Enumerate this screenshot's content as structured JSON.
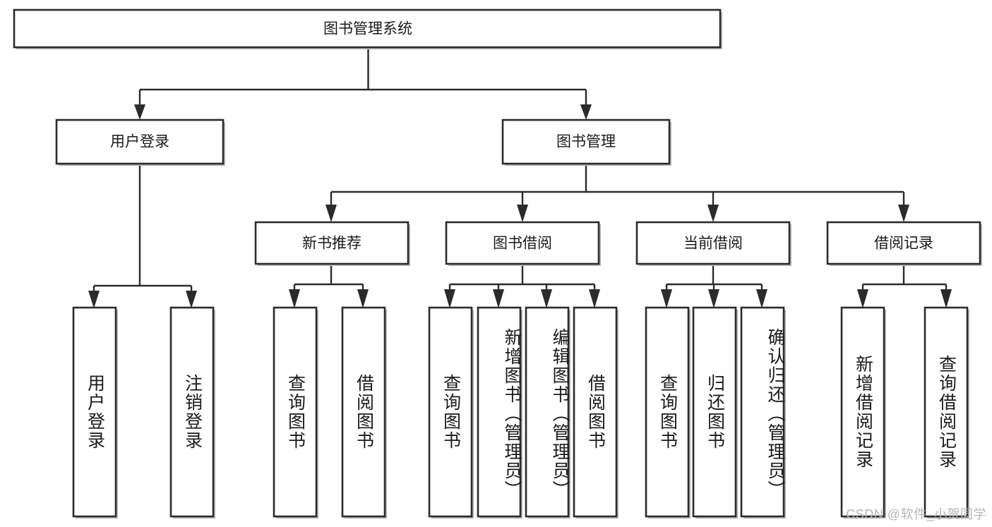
{
  "diagram": {
    "title": "图书管理系统",
    "type": "tree-hierarchy",
    "watermark": "CSDN @软件_小贺同学",
    "root": {
      "id": "root",
      "label": "图书管理系统"
    },
    "level2": [
      {
        "id": "user-login",
        "label": "用户登录"
      },
      {
        "id": "book-management",
        "label": "图书管理"
      }
    ],
    "level3": [
      {
        "id": "new-book-recommend",
        "label": "新书推荐",
        "parent": "book-management"
      },
      {
        "id": "book-borrow",
        "label": "图书借阅",
        "parent": "book-management"
      },
      {
        "id": "current-borrow",
        "label": "当前借阅",
        "parent": "book-management"
      },
      {
        "id": "borrow-record",
        "label": "借阅记录",
        "parent": "book-management"
      }
    ],
    "leaves": [
      {
        "id": "leaf-user-login",
        "label": "用户登录",
        "parent": "user-login"
      },
      {
        "id": "leaf-logout-login",
        "label": "注销登录",
        "parent": "user-login"
      },
      {
        "id": "leaf-query-book-1",
        "label": "查询图书",
        "parent": "new-book-recommend"
      },
      {
        "id": "leaf-borrow-book-1",
        "label": "借阅图书",
        "parent": "new-book-recommend"
      },
      {
        "id": "leaf-query-book-2",
        "label": "查询图书",
        "parent": "book-borrow"
      },
      {
        "id": "leaf-add-book",
        "label": "新增图书（管理员）",
        "parent": "book-borrow"
      },
      {
        "id": "leaf-edit-book",
        "label": "编辑图书（管理员）",
        "parent": "book-borrow"
      },
      {
        "id": "leaf-borrow-book-2",
        "label": "借阅图书",
        "parent": "book-borrow"
      },
      {
        "id": "leaf-query-book-3",
        "label": "查询图书",
        "parent": "current-borrow"
      },
      {
        "id": "leaf-return-book",
        "label": "归还图书",
        "parent": "current-borrow"
      },
      {
        "id": "leaf-confirm-return",
        "label": "确认归还（管理员）",
        "parent": "current-borrow"
      },
      {
        "id": "leaf-add-record",
        "label": "新增借阅记录",
        "parent": "borrow-record"
      },
      {
        "id": "leaf-query-record",
        "label": "查询借阅记录",
        "parent": "borrow-record"
      }
    ],
    "colors": {
      "box_stroke": "#2b2b2b",
      "box_fill": "#ffffff",
      "edge": "#2b2b2b",
      "text": "#1a1a1a",
      "watermark": "#b6b6b6",
      "background": "#ffffff"
    }
  }
}
